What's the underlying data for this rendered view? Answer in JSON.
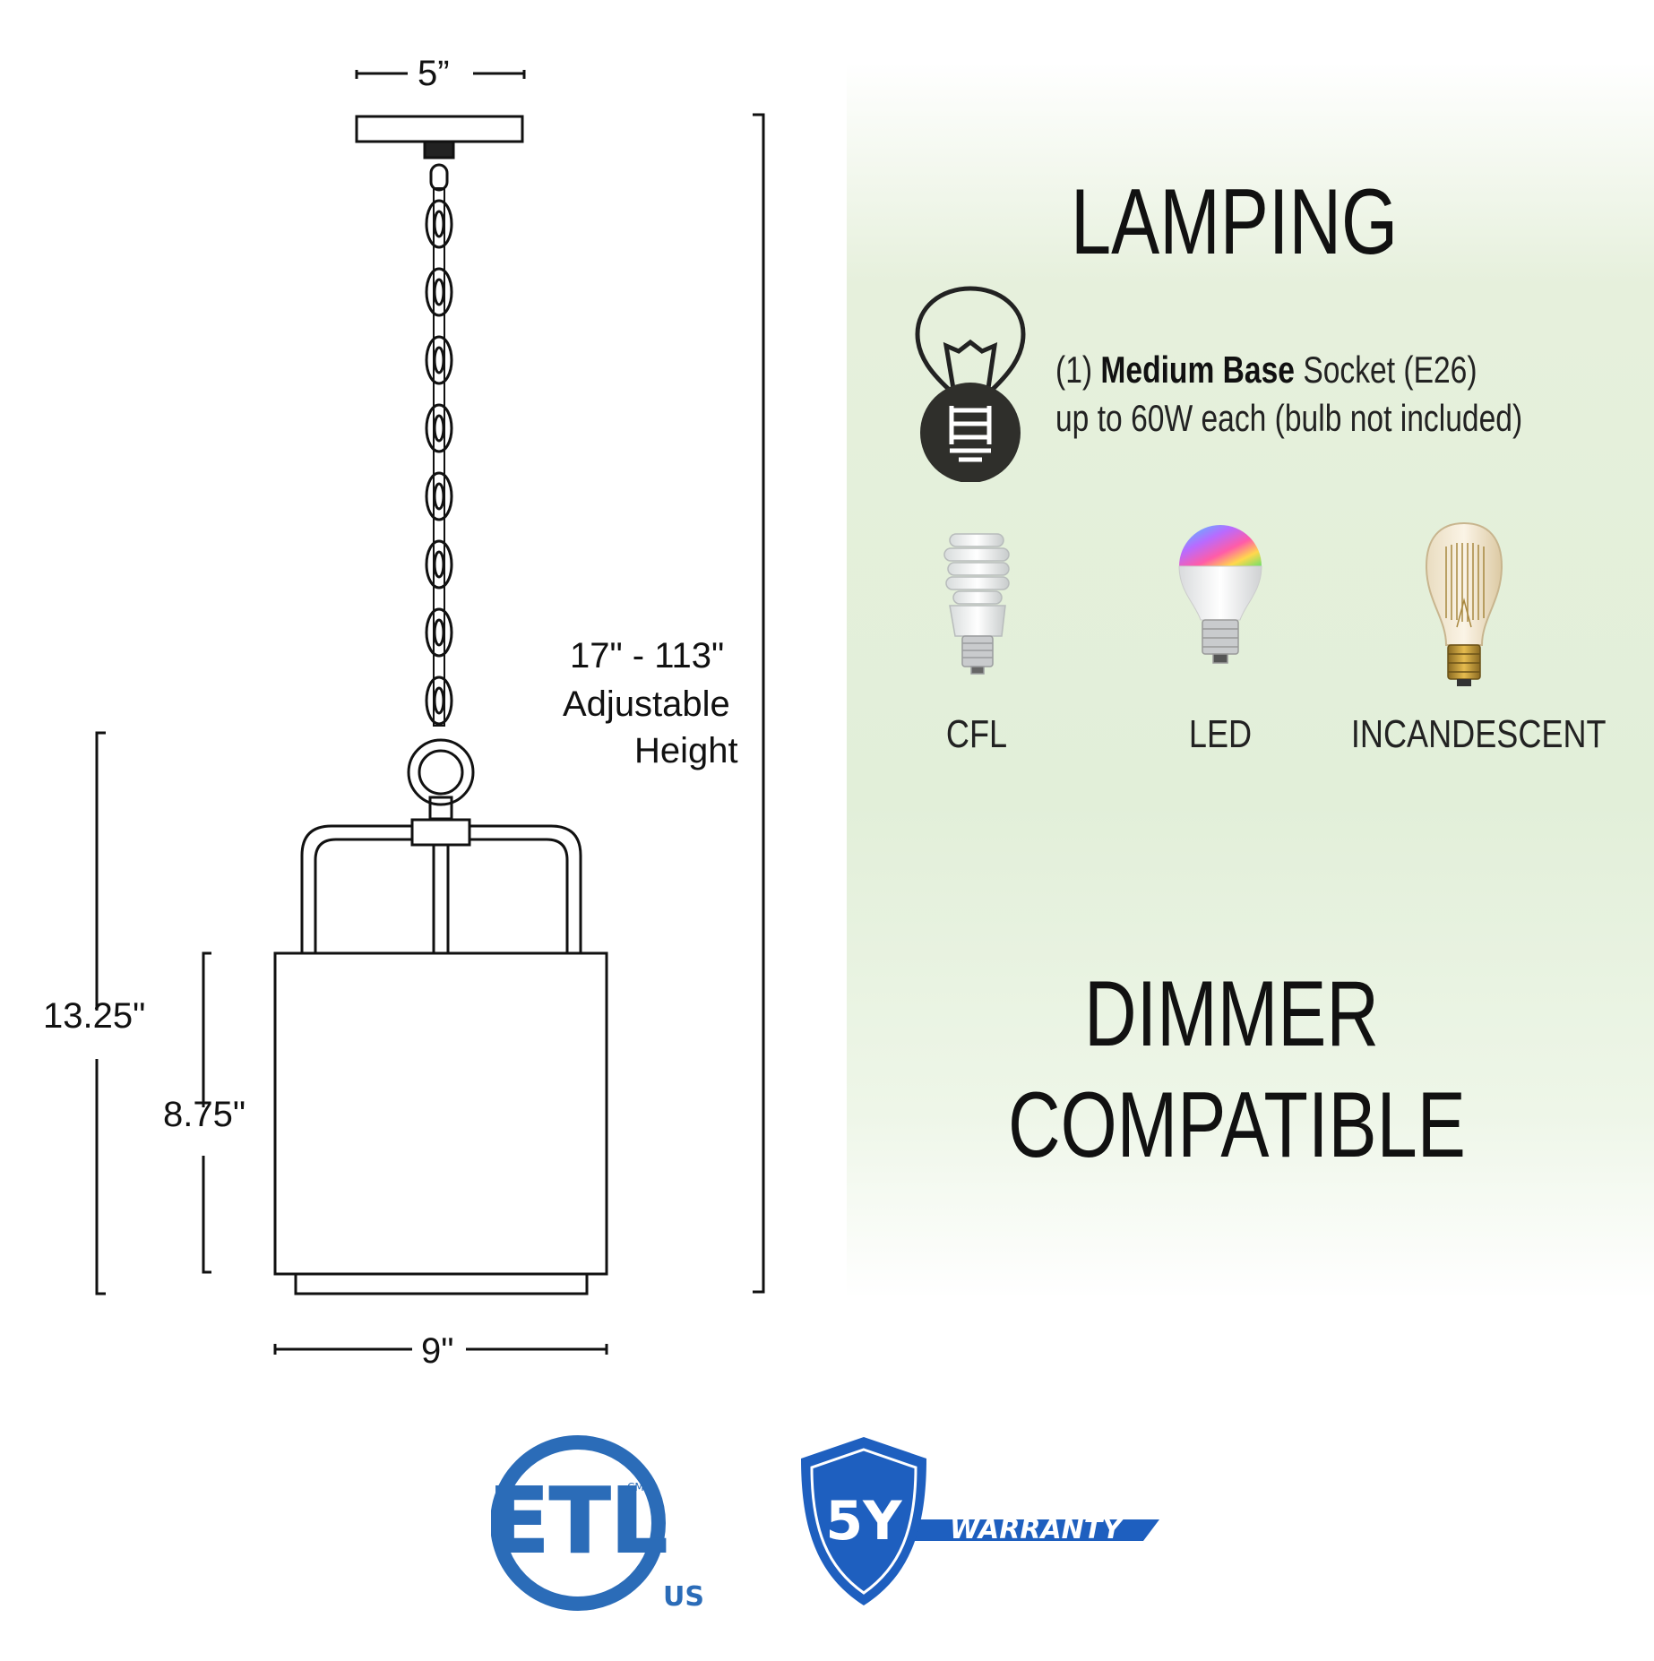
{
  "dimensions": {
    "canopy_width": "5”",
    "overall_height_range": "17\" - 113\"",
    "adjustable_label_1": "Adjustable",
    "adjustable_label_2": "Height",
    "fixture_height": "13.25\"",
    "shade_height": "8.75\"",
    "shade_width": "9\""
  },
  "lamping": {
    "title": "LAMPING",
    "line1_prefix": "(1) ",
    "line1_bold": "Medium Base",
    "line1_suffix": " Socket (E26)",
    "line2": "up to 60W each (bulb not included)",
    "bulb_icon": "light-bulb-icon",
    "bulbs": [
      {
        "label": "CFL",
        "icon": "cfl-bulb-icon"
      },
      {
        "label": "LED",
        "icon": "led-bulb-icon"
      },
      {
        "label": "INCANDESCENT",
        "icon": "incandescent-bulb-icon"
      }
    ]
  },
  "dimmer": {
    "line1": "DIMMER",
    "line2": "COMPATIBLE"
  },
  "certifications": {
    "etl": {
      "letters": "ETL",
      "cm": "CM",
      "region": "US",
      "color": "#2b6cb8"
    },
    "warranty": {
      "years": "5Y",
      "label": "WARRANTY",
      "color": "#1e5fbf"
    }
  }
}
